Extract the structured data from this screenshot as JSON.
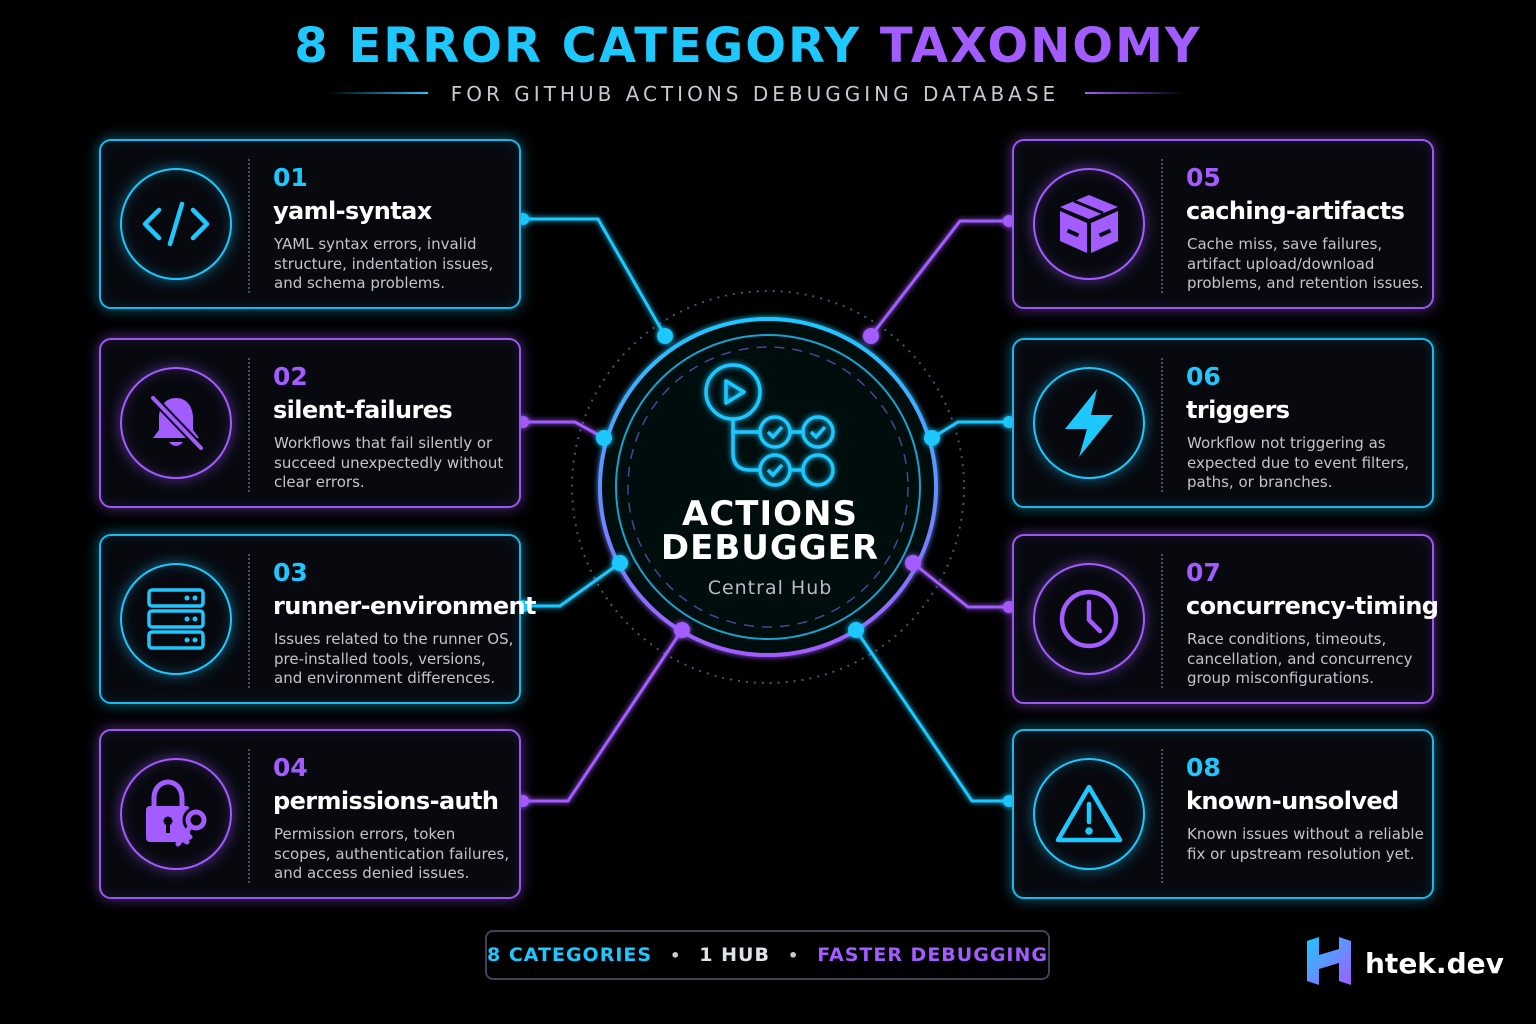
{
  "header": {
    "title_part1": "8 ERROR CATEGORY",
    "title_part2": "TAXONOMY",
    "subtitle": "FOR GITHUB ACTIONS DEBUGGING DATABASE"
  },
  "hub": {
    "title_line1": "ACTIONS",
    "title_line2": "DEBUGGER",
    "subtitle": "Central Hub",
    "icon": "workflow-icon"
  },
  "categories": [
    {
      "number": "01",
      "name": "yaml-syntax",
      "description": "YAML syntax errors, invalid structure, indentation issues, and schema problems.",
      "icon": "code-icon",
      "color": "#1ec8ff"
    },
    {
      "number": "02",
      "name": "silent-failures",
      "description": "Workflows that fail silently or succeed unexpectedly without clear errors.",
      "icon": "bell-off-icon",
      "color": "#a25cff"
    },
    {
      "number": "03",
      "name": "runner-environment",
      "description": "Issues related to the runner OS, pre-installed tools, versions, and environment differences.",
      "icon": "server-icon",
      "color": "#1ec8ff"
    },
    {
      "number": "04",
      "name": "permissions-auth",
      "description": "Permission errors, token scopes, authentication failures, and access denied issues.",
      "icon": "lock-key-icon",
      "color": "#a25cff"
    },
    {
      "number": "05",
      "name": "caching-artifacts",
      "description": "Cache miss, save failures, artifact upload/download problems, and retention issues.",
      "icon": "package-icon",
      "color": "#a25cff"
    },
    {
      "number": "06",
      "name": "triggers",
      "description": "Workflow not triggering as expected due to event filters, paths, or branches.",
      "icon": "lightning-icon",
      "color": "#1ec8ff"
    },
    {
      "number": "07",
      "name": "concurrency-timing",
      "description": "Race conditions, timeouts, cancellation, and concurrency group misconfigurations.",
      "icon": "clock-icon",
      "color": "#a25cff"
    },
    {
      "number": "08",
      "name": "known-unsolved",
      "description": "Known issues without a reliable fix or upstream resolution yet.",
      "icon": "warning-icon",
      "color": "#1ec8ff"
    }
  ],
  "footer": {
    "item1": "8 CATEGORIES",
    "item2": "1 HUB",
    "item3": "FASTER DEBUGGING",
    "separator": "•"
  },
  "brand": {
    "name": "htek.dev",
    "icon": "htek-logo-icon"
  }
}
